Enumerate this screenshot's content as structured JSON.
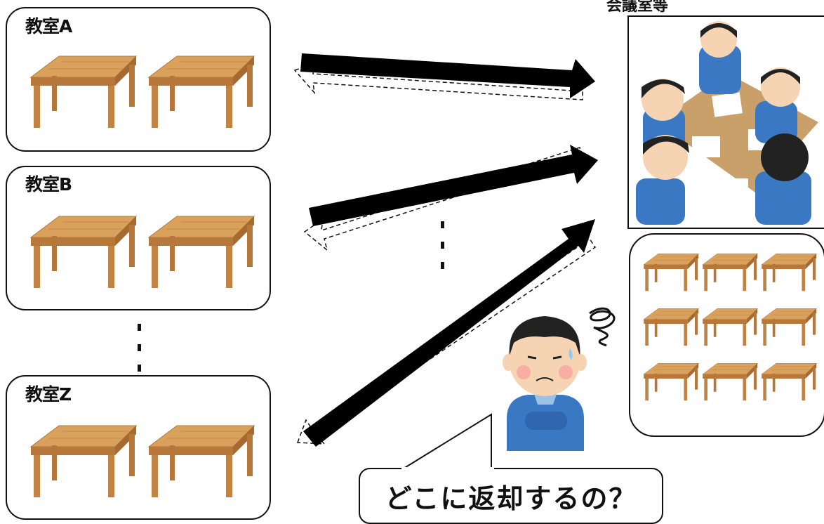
{
  "classrooms": [
    {
      "label": "教室A"
    },
    {
      "label": "教室B"
    },
    {
      "label": "教室Z"
    }
  ],
  "meeting_room": {
    "label": "会議室等"
  },
  "speech_bubble": {
    "text": "どこに返却するの？"
  },
  "icons": [
    "desk-icon",
    "meeting-people-illustration",
    "worried-person-illustration",
    "confused-scribble-icon",
    "arrow-icon",
    "dashed-return-arrow-icon"
  ],
  "colors": {
    "desk_top": "#c98a4a",
    "desk_leg": "#b5773a",
    "shirt": "#3b78c4",
    "arrow": "#000000"
  }
}
